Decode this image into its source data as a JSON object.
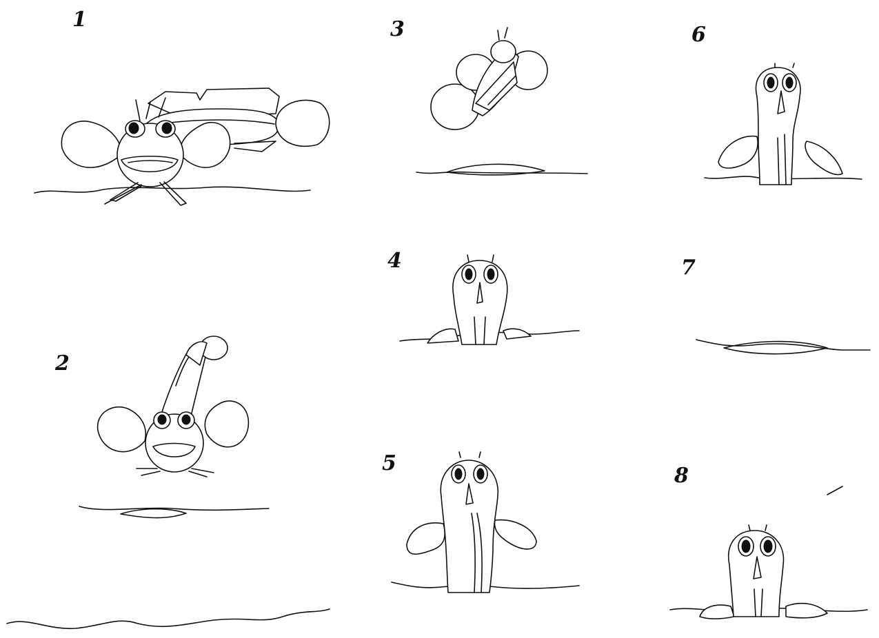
{
  "panels": [
    {
      "label": "1",
      "pose": "front-view-resting"
    },
    {
      "label": "2",
      "pose": "front-view-rising-tail-up"
    },
    {
      "label": "3",
      "pose": "tilted-diving"
    },
    {
      "label": "4",
      "pose": "head-emerging-from-sand"
    },
    {
      "label": "5",
      "pose": "upright-half-buried"
    },
    {
      "label": "6",
      "pose": "upright-buried-fins-out"
    },
    {
      "label": "7",
      "pose": "fully-buried"
    },
    {
      "label": "8",
      "pose": "head-emerging-fins-spread"
    }
  ],
  "colors": {
    "line": "#111111",
    "background": "#ffffff"
  }
}
